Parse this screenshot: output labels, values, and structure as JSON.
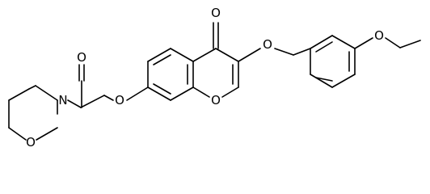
{
  "structure": {
    "atoms": [
      {
        "id": "O1",
        "label": "O"
      },
      {
        "id": "O2",
        "label": "O"
      },
      {
        "id": "O3",
        "label": "O"
      },
      {
        "id": "O4",
        "label": "O"
      },
      {
        "id": "O5",
        "label": "O"
      },
      {
        "id": "N1",
        "label": "N"
      },
      {
        "id": "O6",
        "label": "O"
      },
      {
        "id": "O7",
        "label": "O"
      }
    ]
  },
  "colors": {
    "bond": "#000000",
    "background": "#ffffff"
  }
}
